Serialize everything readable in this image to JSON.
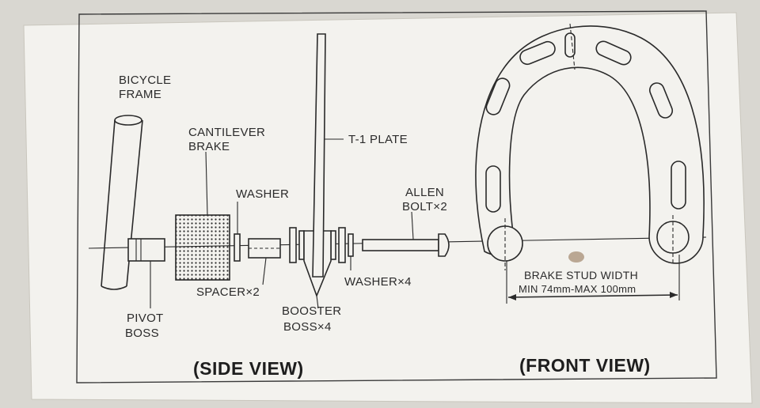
{
  "labels": {
    "bicycle_frame": [
      "BICYCLE",
      "FRAME"
    ],
    "cantilever_brake": [
      "CANTILEVER",
      "BRAKE"
    ],
    "washer": "WASHER",
    "t1_plate": "T-1 PLATE",
    "allen_bolt": [
      "ALLEN",
      "BOLT×2"
    ],
    "spacer": "SPACER×2",
    "booster_boss": [
      "BOOSTER",
      "BOSS×4"
    ],
    "washer_x4": "WASHER×4",
    "pivot_boss": [
      "PIVOT",
      "BOSS"
    ],
    "brake_stud_width": [
      "BRAKE STUD WIDTH",
      "MIN 74mm-MAX 100mm"
    ]
  },
  "titles": {
    "side_view": "(SIDE VIEW)",
    "front_view": "(FRONT VIEW)"
  },
  "colors": {
    "paper": "#f3f2ee",
    "border_bg": "#d9d7d1",
    "ink": "#2a2a2a"
  }
}
